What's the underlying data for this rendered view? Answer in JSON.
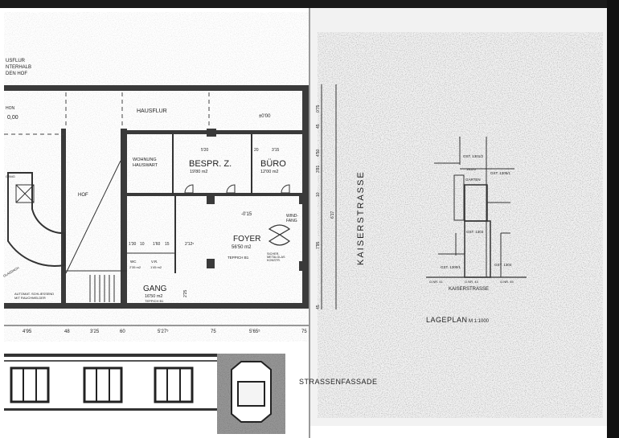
{
  "plan": {
    "notes_topleft": [
      "USFLUR",
      "NTERHALB",
      "DEN HOF"
    ],
    "level_left": "0,00",
    "level_left_label": "HON",
    "hausflur": "HAUSFLUR",
    "level_hausflur": "±0'00",
    "wohnung": [
      "WOHNUNG",
      "HAUSWART"
    ],
    "bespr": {
      "name": "BESPR. Z.",
      "area": "19'80 m2"
    },
    "buero": {
      "name": "BÜRO",
      "area": "12'00 m2"
    },
    "hof": "HOF",
    "foyer": {
      "name": "FOYER",
      "area": "56'50 m2",
      "floor": "TEPPICH B1",
      "level": "-0'15"
    },
    "windfang": [
      "WIND-",
      "FANG"
    ],
    "sicher": [
      "SICHER.",
      "METALGLAS",
      "KONSTR."
    ],
    "gang": {
      "name": "GANG",
      "area": "16'50 m2",
      "floor": "TEPPICH B1"
    },
    "wc": "WC",
    "wc_area": "2'35 m2",
    "vr": "V.R.",
    "vr_area": "1'45 m2",
    "automat": [
      "AUTOMAT. SCHLIESSEND",
      "MIT RAUCHMELDER"
    ],
    "glasdach": "GLASDACH",
    "gang_left": "GANG",
    "inner_dims": [
      "5'20",
      "20",
      "3'15",
      "1'30",
      "10",
      "1'60",
      "15",
      "2'12⁵",
      "2'25"
    ],
    "bottom_dims": [
      "4'95",
      "48",
      "3'25",
      "60",
      "5'27⁵",
      "75",
      "5'65⁵",
      "75"
    ],
    "right_dims": [
      "0'75",
      "45",
      "4'50",
      "3'81",
      "10",
      "6'17",
      "7'95",
      "45"
    ]
  },
  "street": "KAISERSTRASSE",
  "facade_label": "STRASSENFASSADE",
  "lageplan": {
    "title": "LAGEPLAN",
    "scale": "M 1:1000",
    "parcels": [
      "GST. 1301/2",
      "1302/2",
      "GST. 1305/1",
      "GARTEN",
      "GST. 1303",
      "GST. 1300/1",
      "GST. 1304"
    ],
    "numbers": [
      "O.NR. 41",
      "O.NR. 43",
      "O.NR. 45"
    ],
    "street": "KAISERSTRASSE"
  }
}
